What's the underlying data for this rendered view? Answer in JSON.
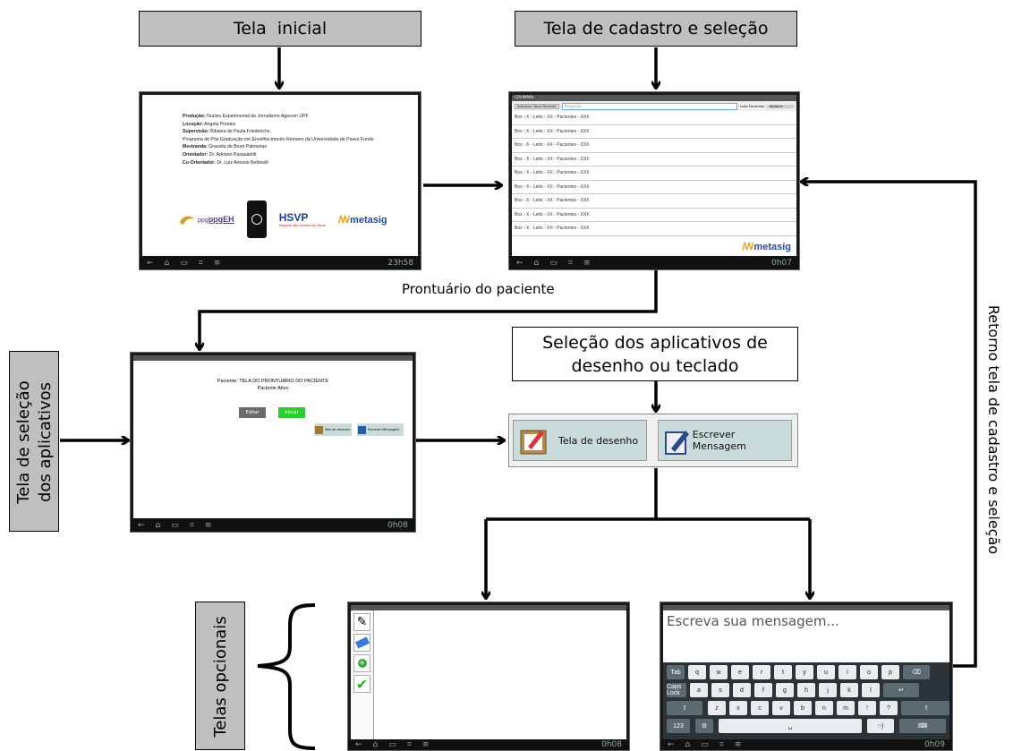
{
  "labels": {
    "tela_inicial": "Tela  inicial",
    "tela_cadastro": "Tela de cadastro e seleção",
    "prontuario": "Prontuário do paciente",
    "selecao_aplicativos_line1": "Seleção dos aplicativos de",
    "selecao_aplicativos_line2": "desenho ou teclado",
    "tela_selecao_line1": "Tela de seleção",
    "tela_selecao_line2": "dos aplicativos",
    "telas_opcionais": "Telas opcionais",
    "retorno": "Retorno tela de cadastro e seleção"
  },
  "screen1": {
    "credits": [
      {
        "bold": "Produção:",
        "text": " Nucleo Experimental de Jornalismo Agecom UPF"
      },
      {
        "bold": "Locução:",
        "text": " Angela Prestes"
      },
      {
        "bold": "Supervisão:",
        "text": " Bibiana de Paula Friederichs"
      },
      {
        "bold": "",
        "text": "Programa de Pós Graduação em Envelhecimento Humano da Universidade de Passo Fundo"
      },
      {
        "bold": "Mestranda:",
        "text": " Graciela de Brum Palmeiras"
      },
      {
        "bold": "Orientador:",
        "text": " Dr. Adriano Pasqualotti"
      },
      {
        "bold": "Co-Orientador:",
        "text": " Dr. Luiz Antonio Bettinelli"
      }
    ],
    "logos": [
      "ppgEH",
      "HSVP",
      "metasig"
    ],
    "logo_hsvp_sub": "Hospital São Vicente de Paulo",
    "clock": "23h58"
  },
  "screen2": {
    "title": "COVIMARA",
    "add_button": "Adicionar Novo Paciente",
    "search_placeholder": "Pesquisar...",
    "list_label": "Lista Pacientes",
    "filter_label": "Ativos",
    "rows": [
      "Box  - X - Leito - XX - Pacientes - XXX",
      "Box  - X - Leito - XX - Pacientes - XXX",
      "Box  - X - Leito - XX - Pacientes - XXX",
      "Box  - X - Leito - XX - Pacientes - XXX",
      "Box  - X - Leito - XX - Pacientes - XXX",
      "Box  - X - Leito - XX - Pacientes - XXX",
      "Box  - X - Leito - XX - Pacientes - XXX",
      "Box  - X - Leito - XX - Pacientes - XXX",
      "Box  - X - Leito - XX - Pacientes - XXX"
    ],
    "logo": "metasig",
    "clock": "0h07"
  },
  "screen3": {
    "patient_line": "Paciente: TELA DO PRONTUARIO DO PACIENTE",
    "status_line": "Paciente Ativo",
    "edit_button": "Editar",
    "start_button": "Iniciar",
    "draw_button": "Tela de desenho",
    "message_button": "Escrever Mensagem",
    "clock": "0h08"
  },
  "app_buttons": {
    "draw": "Tela de desenho",
    "message": "Escrever Mensagem"
  },
  "screen5": {
    "clock": "0h08"
  },
  "screen6": {
    "placeholder": "Escreva sua mensagem...",
    "clock": "0h09",
    "keys_row1": [
      "Tab",
      "q",
      "w",
      "e",
      "r",
      "t",
      "y",
      "u",
      "i",
      "o",
      "p"
    ],
    "keys_row2": [
      "Caps Lock",
      "a",
      "s",
      "d",
      "f",
      "g",
      "h",
      "j",
      "k",
      "l"
    ],
    "keys_row3": [
      "z",
      "x",
      "c",
      "v",
      "b",
      "n",
      "m",
      "!",
      "?"
    ],
    "keys_row4_left": "123",
    "keys_row4_smiley": ":-)"
  }
}
